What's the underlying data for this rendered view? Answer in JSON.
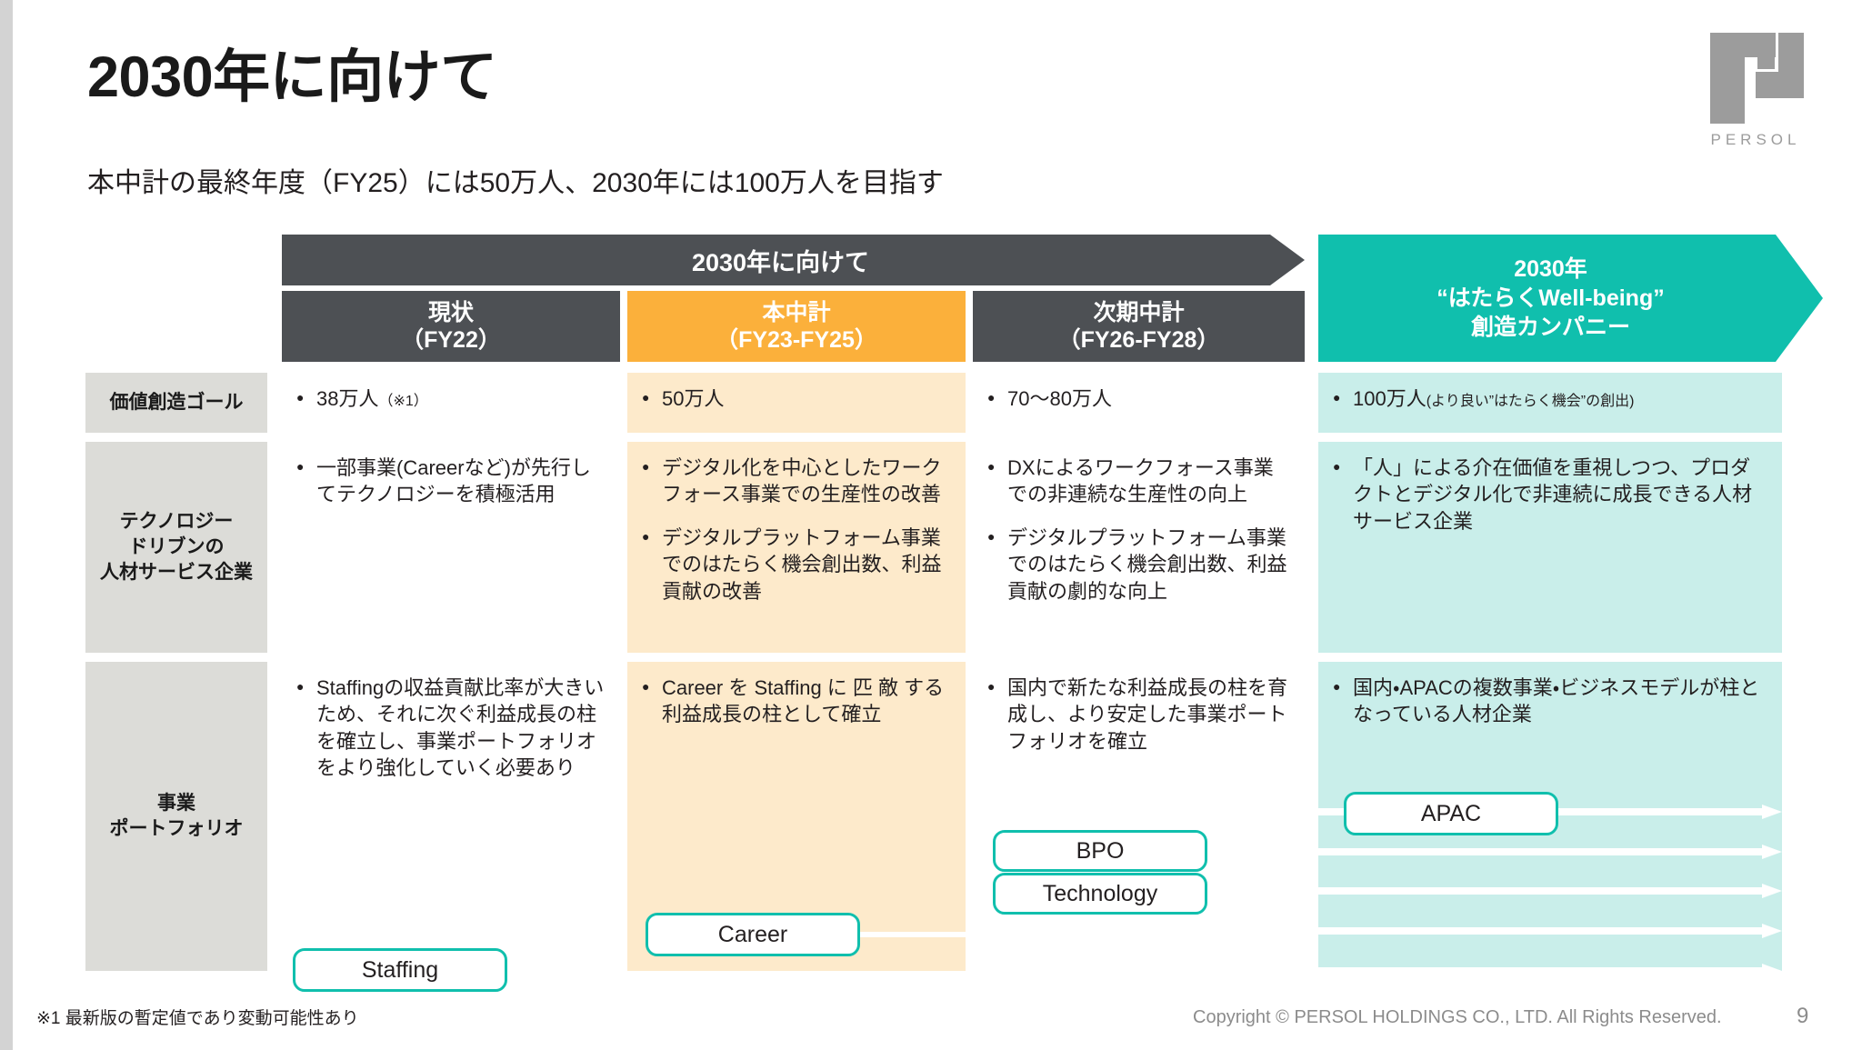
{
  "slide": {
    "title": "2030年に向けて",
    "subtitle": "本中計の最終年度（FY25）には50万人、2030年には100万人を目指す",
    "page_number": "9",
    "footnote": "※1 最新版の暫定値であり変動可能性あり",
    "copyright": "Copyright © PERSOL HOLDINGS CO., LTD. All Rights Reserved."
  },
  "brand": {
    "logo_text": "PERSOL",
    "logo_color": "#9c9c9c",
    "accent_teal": "#10bfad",
    "accent_amber": "#fbb03b",
    "dark_gray": "#4d5054",
    "amber_fill": "#fdeacb",
    "teal_fill": "#c9eeea",
    "row_label_fill": "#dcdcd8"
  },
  "banner": {
    "label": "2030年に向けて"
  },
  "columns": [
    {
      "id": "current",
      "line1": "現状",
      "line2": "（FY22）",
      "style": "dark"
    },
    {
      "id": "mtp",
      "line1": "本中計",
      "line2": "（FY23-FY25）",
      "style": "amber"
    },
    {
      "id": "next_mtp",
      "line1": "次期中計",
      "line2": "（FY26-FY28）",
      "style": "dark"
    }
  ],
  "future_column": {
    "line1": "2030年",
    "line2": "“はたらくWell-being”",
    "line3": "創造カンパニー"
  },
  "row_labels": [
    {
      "id": "value_goal",
      "text": "価値創造ゴール"
    },
    {
      "id": "tech_driven",
      "line1": "テクノロジー",
      "line2": "ドリブンの",
      "line3": "人材サービス企業"
    },
    {
      "id": "portfolio",
      "line1": "事業",
      "line2": "ポートフォリオ"
    }
  ],
  "cells": {
    "value_goal": {
      "current": [
        {
          "text": "38万人",
          "note": "（※1）"
        }
      ],
      "mtp": [
        {
          "text": "50万人"
        }
      ],
      "next_mtp": [
        {
          "text": "70〜80万人"
        }
      ],
      "future": [
        {
          "text": "100万人",
          "note": "(より良い”はたらく機会”の創出)"
        }
      ]
    },
    "tech_driven": {
      "current": [
        {
          "text": "一部事業(Careerなど)が先行してテクノロジーを積極活用"
        }
      ],
      "mtp": [
        {
          "text": "デジタル化を中心としたワークフォース事業での生産性の改善"
        },
        {
          "text": "デジタルプラットフォーム事業でのはたらく機会創出数、利益貢献の改善"
        }
      ],
      "next_mtp": [
        {
          "text": "DXによるワークフォース事業での非連続な生産性の向上"
        },
        {
          "text": "デジタルプラットフォーム事業でのはたらく機会創出数、利益貢献の劇的な向上"
        }
      ],
      "future": [
        {
          "text": "「人」による介在価値を重視しつつ、プロダクトとデジタル化で非連続に成長できる人材サービス企業"
        }
      ]
    },
    "portfolio": {
      "current": [
        {
          "text": "Staffingの収益貢献比率が大きいため、それに次ぐ利益成長の柱を確立し、事業ポートフォリオをより強化していく必要あり"
        }
      ],
      "mtp": [
        {
          "text": "Career を Staffing に 匹 敵 する利益成長の柱として確立"
        }
      ],
      "next_mtp": [
        {
          "text": "国内で新たな利益成長の柱を育成し、より安定した事業ポートフォリオを確立"
        }
      ],
      "future": [
        {
          "text": "国内・APACの複数事業・ビジネスモデルが柱となっている人材企業"
        }
      ]
    }
  },
  "pills": [
    {
      "id": "staffing",
      "label": "Staffing"
    },
    {
      "id": "career",
      "label": "Career"
    },
    {
      "id": "bpo",
      "label": "BPO"
    },
    {
      "id": "technology",
      "label": "Technology"
    },
    {
      "id": "apac",
      "label": "APAC"
    }
  ],
  "arrow_count": 5
}
